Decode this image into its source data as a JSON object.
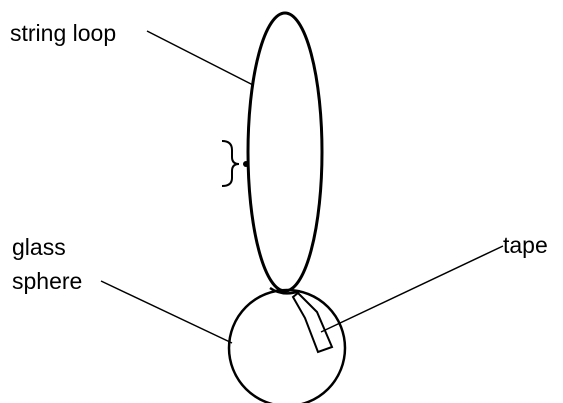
{
  "labels": {
    "string_loop": "string loop",
    "glass": "glass",
    "sphere": "sphere",
    "tape": "tape"
  },
  "colors": {
    "stroke": "#000000",
    "background": "#ffffff"
  }
}
